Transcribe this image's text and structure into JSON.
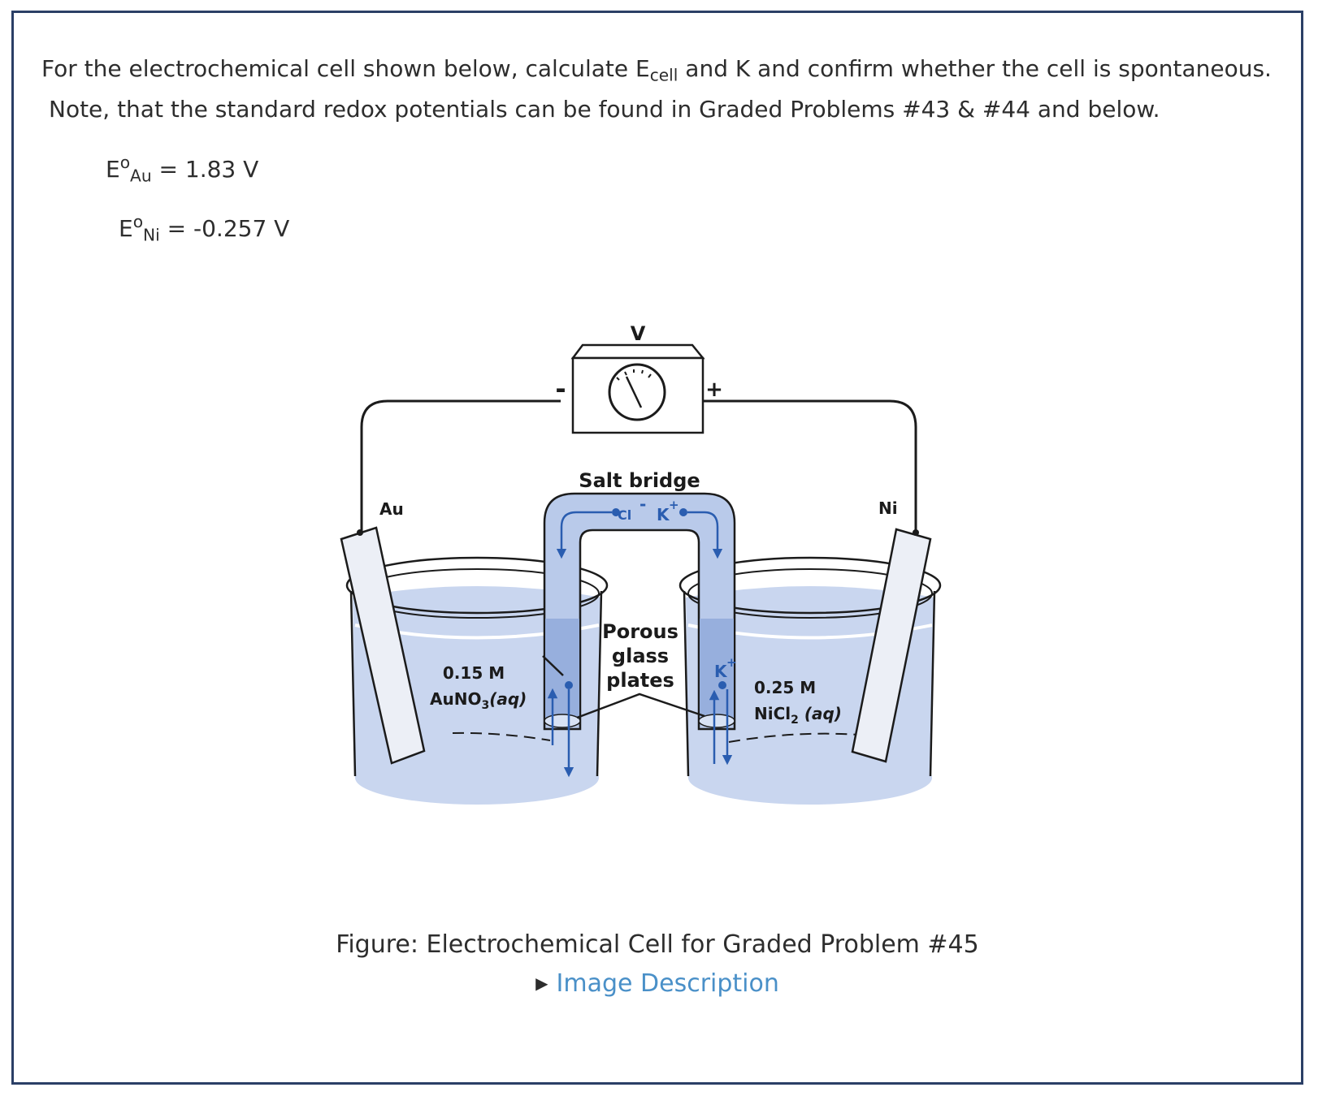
{
  "question": {
    "line1_pre": "For the electrochemical cell shown below, calculate E",
    "line1_sub": "cell",
    "line1_post": " and K and confirm whether the cell is spontaneous.",
    "line2": "Note, that the standard redox potentials can be found in Graded Problems #43 & #44 and below."
  },
  "potentials": [
    {
      "symbol": "E",
      "sup": "o",
      "sub": "Au",
      "value": " = 1.83 V"
    },
    {
      "symbol": "E",
      "sup": "o",
      "sub": "Ni",
      "value": " = -0.257 V"
    }
  ],
  "diagram": {
    "voltmeter": "V",
    "minus": "-",
    "plus": "+",
    "salt_bridge": "Salt bridge",
    "cl_ion": "Cl",
    "cl_charge": "-",
    "k_ion": "K",
    "k_charge": "+",
    "left_electrode": "Au",
    "right_electrode": "Ni",
    "left_conc": "0.15 M",
    "left_solution_pre": "AuNO",
    "left_solution_sub": "3",
    "left_solution_post": "(aq)",
    "right_conc": "0.25 M",
    "right_solution_pre": "NiCl",
    "right_solution_sub": "2",
    "right_solution_post": " (aq)",
    "porous_1": "Porous",
    "porous_2": "glass",
    "porous_3": "plates",
    "k_right": "K"
  },
  "caption": "Figure: Electrochemical Cell for Graded Problem #45",
  "image_description": "Image Description",
  "colors": {
    "border": "#2b3f66",
    "link": "#4a90c8",
    "solution": "#c9d6ef",
    "bridge": "#b9caea",
    "arrow": "#2a5db0"
  }
}
